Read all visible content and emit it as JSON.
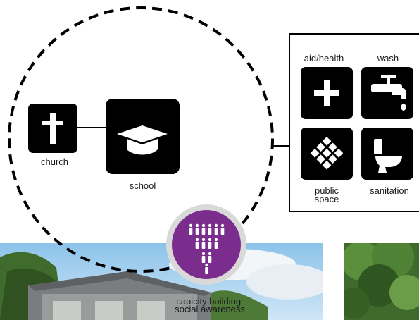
{
  "labels": {
    "church": "church",
    "school": "school",
    "aid_health": "aid/health",
    "wash": "wash",
    "public_space_line1": "public",
    "public_space_line2": "space",
    "sanitation": "sanitation",
    "capacity_line1": "capicity building:",
    "capacity_line2": "social awareness"
  },
  "icons": {
    "church": "cross-icon",
    "school": "graduation-cap-icon",
    "aid_health": "plus-icon",
    "wash": "faucet-icon",
    "public_space": "diamond-grid-icon",
    "sanitation": "toilet-icon",
    "capacity": "people-group-icon"
  },
  "colors": {
    "tile": "#000000",
    "capacity_circle": "#7b2d8e",
    "capacity_ring": "#d9d9d9"
  }
}
